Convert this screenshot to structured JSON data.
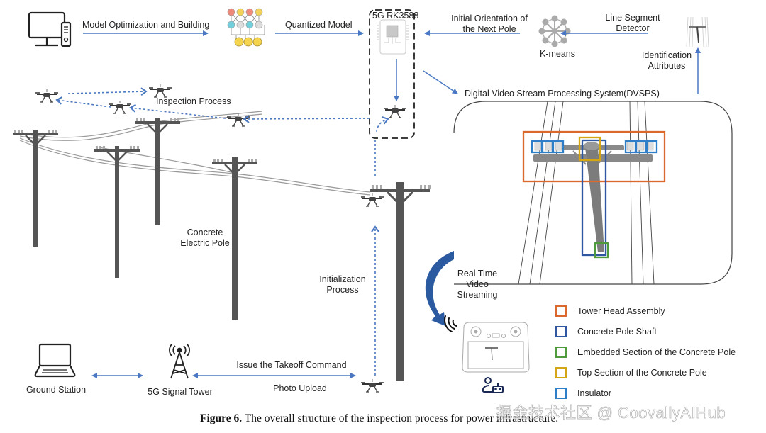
{
  "top_flow": {
    "model_optimization": "Model Optimization and Building",
    "quantized_model": "Quantized Model",
    "device": "5G RK3588",
    "initial_orientation": [
      "Initial Orientation of",
      "the Next Pole"
    ],
    "kmeans": "K-means",
    "line_segment_detector": [
      "Line Segment",
      "Detector"
    ],
    "identification_attributes": [
      "Identification",
      "Attributes"
    ],
    "dvsps": "Digital Video Stream Processing System(DVSPS)"
  },
  "scene": {
    "inspection_process": "Inspection Process",
    "concrete_pole": [
      "Concrete",
      "Electric Pole"
    ],
    "initialization_process": [
      "Initialization",
      "Process"
    ],
    "real_time_video": [
      "Real Time",
      "Video",
      "Streaming"
    ]
  },
  "bottom_flow": {
    "ground_station": "Ground Station",
    "signal_tower": "5G Signal Tower",
    "takeoff_command": "Issue the Takeoff Command",
    "photo_upload": "Photo Upload"
  },
  "legend": [
    {
      "label": "Tower Head Assembly",
      "color": "#d9692c"
    },
    {
      "label": "Concrete Pole Shaft",
      "color": "#2f56a0"
    },
    {
      "label": "Embedded Section of the Concrete Pole",
      "color": "#4f9a3c"
    },
    {
      "label": "Top Section of the Concrete Pole",
      "color": "#d4a514"
    },
    {
      "label": "Insulator",
      "color": "#2f7fc8"
    }
  ],
  "colors": {
    "arrow_blue": "#4a78c2",
    "pole_gray": "#555555",
    "curve_arrow": "#2c5aa0"
  },
  "caption": {
    "label": "Figure 6.",
    "text": " The overall structure of the inspection process for power infrastructure."
  },
  "watermark": "掘金技术社区 @ CoovallyAIHub"
}
